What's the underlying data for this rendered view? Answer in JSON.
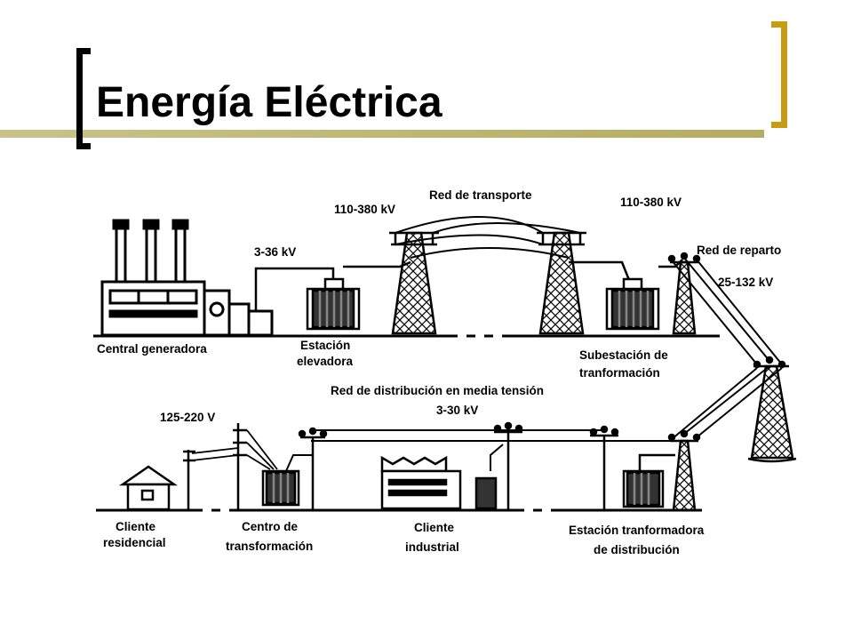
{
  "slide": {
    "title": "Energía Eléctrica",
    "colors": {
      "accent_gold": "#c89b12",
      "line_olive": "#b5ad62"
    }
  },
  "diagram": {
    "labels": {
      "red_transporte": "Red de transporte",
      "v_transport_left": "110-380 kV",
      "v_transport_right": "110-380 kV",
      "v_generation": "3-36 kV",
      "red_reparto": "Red de reparto",
      "v_reparto": "25-132 kV",
      "central_generadora": "Central generadora",
      "estacion_elevadora_1": "Estación",
      "estacion_elevadora_2": "elevadora",
      "subestacion_1": "Subestación de",
      "subestacion_2": "tranformación",
      "red_distribucion": "Red de distribución en media tensión",
      "v_distribucion": "3-30 kV",
      "v_cliente": "125-220 V",
      "cliente_residencial_1": "Cliente",
      "cliente_residencial_2": "residencial",
      "centro_transformacion_1": "Centro de",
      "centro_transformacion_2": "transformación",
      "cliente_industrial_1": "Cliente",
      "cliente_industrial_2": "industrial",
      "estacion_distribucion_1": "Estación tranformadora",
      "estacion_distribucion_2": "de distribución"
    }
  }
}
